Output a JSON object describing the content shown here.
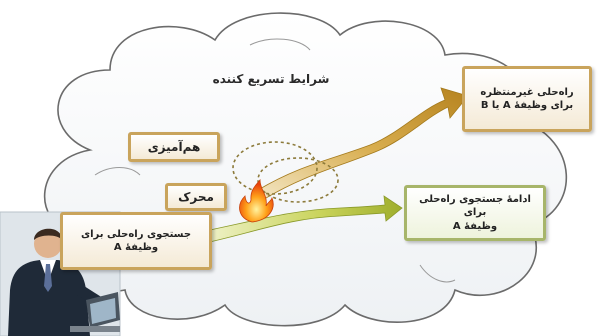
{
  "diagram": {
    "cloud_title": "شرایط تسریع کننده",
    "labels": {
      "blending": "هم‌آمیزی",
      "trigger": "محرک"
    },
    "start_box": {
      "line1": "جستجوی راه‌حلی برای",
      "line2": "وظیفهٔ A"
    },
    "unexpected_box": {
      "line1": "راه‌حلی غیرمنتظره",
      "line2": "برای وظیفهٔ A یا B"
    },
    "continue_box": {
      "line1": "ادامهٔ جستجوی راه‌حلی برای",
      "line2": "وظیفهٔ A"
    }
  }
}
